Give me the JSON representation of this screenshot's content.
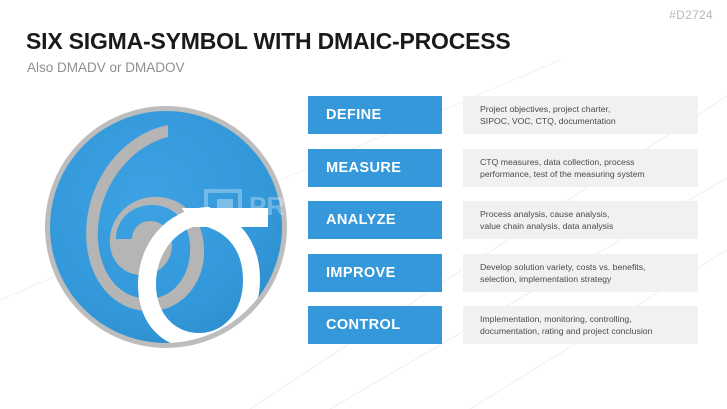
{
  "header": {
    "doc_id": "#D2724",
    "title": "SIX SIGMA-SYMBOL WITH DMAIC-PROCESS",
    "subtitle": "Also DMADV or DMADOV"
  },
  "watermark": {
    "text": "PRESENTATIONLOAD",
    "logo_icon": "speech-bubble-icon"
  },
  "symbol": {
    "name": "six-sigma-symbol",
    "digit": "6",
    "greek_letter": "σ",
    "ring_color": "#b9b9b9",
    "disc_color": "#3398d9",
    "digit_color": "#b5b5b5",
    "letter_color": "#ffffff"
  },
  "colors": {
    "accent_blue": "#3498db",
    "panel_grey": "#f1f1f1",
    "text_dark": "#1a1a1a",
    "text_muted": "#8f8f8f",
    "body_text": "#4a4a4a"
  },
  "dmaic": {
    "steps": [
      {
        "key": "define",
        "label": "DEFINE",
        "lines": [
          "Project objectives, project charter,",
          "SIPOC, VOC, CTQ, documentation"
        ]
      },
      {
        "key": "measure",
        "label": "MEASURE",
        "lines": [
          "CTQ measures, data collection, process",
          "performance, test of the measuring system"
        ]
      },
      {
        "key": "analyze",
        "label": "ANALYZE",
        "lines": [
          "Process analysis, cause analysis,",
          "value chain analysis, data analysis"
        ]
      },
      {
        "key": "improve",
        "label": "IMPROVE",
        "lines": [
          "Develop solution variety, costs vs. benefits,",
          "selection, implementation strategy"
        ]
      },
      {
        "key": "control",
        "label": "CONTROL",
        "lines": [
          "Implementation, monitoring, controlling,",
          "documentation, rating and project conclusion"
        ]
      }
    ]
  }
}
